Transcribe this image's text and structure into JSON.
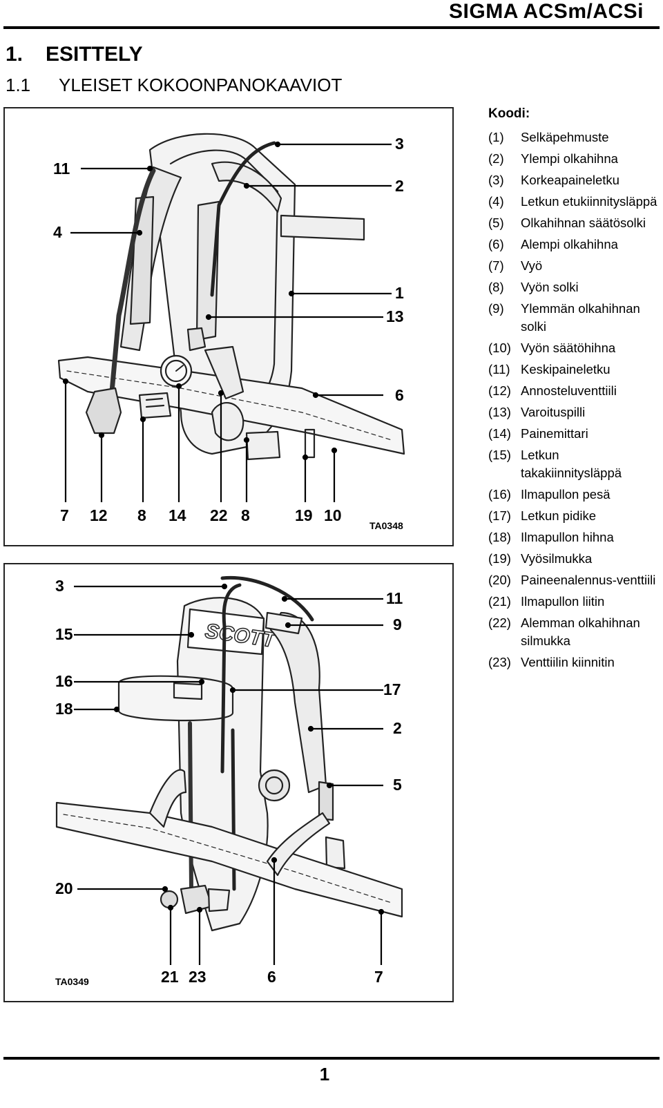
{
  "header": {
    "title": "SIGMA ACSm/ACSi"
  },
  "section": {
    "number": "1.",
    "title": "ESITTELY"
  },
  "subsection": {
    "number": "1.1",
    "title": "YLEISET KOKOONPANOKAAVIOT"
  },
  "figure_top": {
    "code": "TA0348",
    "callouts": [
      "11",
      "4",
      "3",
      "2",
      "1",
      "13",
      "6",
      "7",
      "12",
      "8",
      "14",
      "22",
      "8",
      "19",
      "10"
    ]
  },
  "figure_bottom": {
    "code": "TA0349",
    "brand": "SCOTT",
    "callouts": [
      "3",
      "15",
      "16",
      "18",
      "11",
      "9",
      "17",
      "2",
      "5",
      "20",
      "21",
      "23",
      "6",
      "7"
    ]
  },
  "legend": {
    "heading": "Koodi:",
    "items": [
      {
        "num": "(1)",
        "text": "Selkäpehmuste"
      },
      {
        "num": "(2)",
        "text": "Ylempi olkahihna"
      },
      {
        "num": "(3)",
        "text": "Korkeapaineletku"
      },
      {
        "num": "(4)",
        "text": "Letkun etukiinnitysläppä"
      },
      {
        "num": "(5)",
        "text": "Olkahihnan säätösolki"
      },
      {
        "num": "(6)",
        "text": "Alempi olkahihna"
      },
      {
        "num": "(7)",
        "text": "Vyö"
      },
      {
        "num": "(8)",
        "text": "Vyön solki"
      },
      {
        "num": "(9)",
        "text": "Ylemmän olkahihnan solki"
      },
      {
        "num": "(10)",
        "text": "Vyön säätöhihna"
      },
      {
        "num": "(11)",
        "text": "Keskipaineletku"
      },
      {
        "num": "(12)",
        "text": "Annosteluventtiili"
      },
      {
        "num": "(13)",
        "text": "Varoituspilli"
      },
      {
        "num": "(14)",
        "text": "Painemittari"
      },
      {
        "num": "(15)",
        "text": "Letkun takakiinnitysläppä"
      },
      {
        "num": "(16)",
        "text": "Ilmapullon pesä"
      },
      {
        "num": "(17)",
        "text": "Letkun pidike"
      },
      {
        "num": "(18)",
        "text": "Ilmapullon hihna"
      },
      {
        "num": "(19)",
        "text": "Vyösilmukka"
      },
      {
        "num": "(20)",
        "text": "Paineenalennus-venttiili"
      },
      {
        "num": "(21)",
        "text": "Ilmapullon liitin"
      },
      {
        "num": "(22)",
        "text": "Alemman olkahihnan silmukka"
      },
      {
        "num": "(23)",
        "text": "Venttiilin kiinnitin"
      }
    ]
  },
  "footer": {
    "page_number": "1"
  }
}
